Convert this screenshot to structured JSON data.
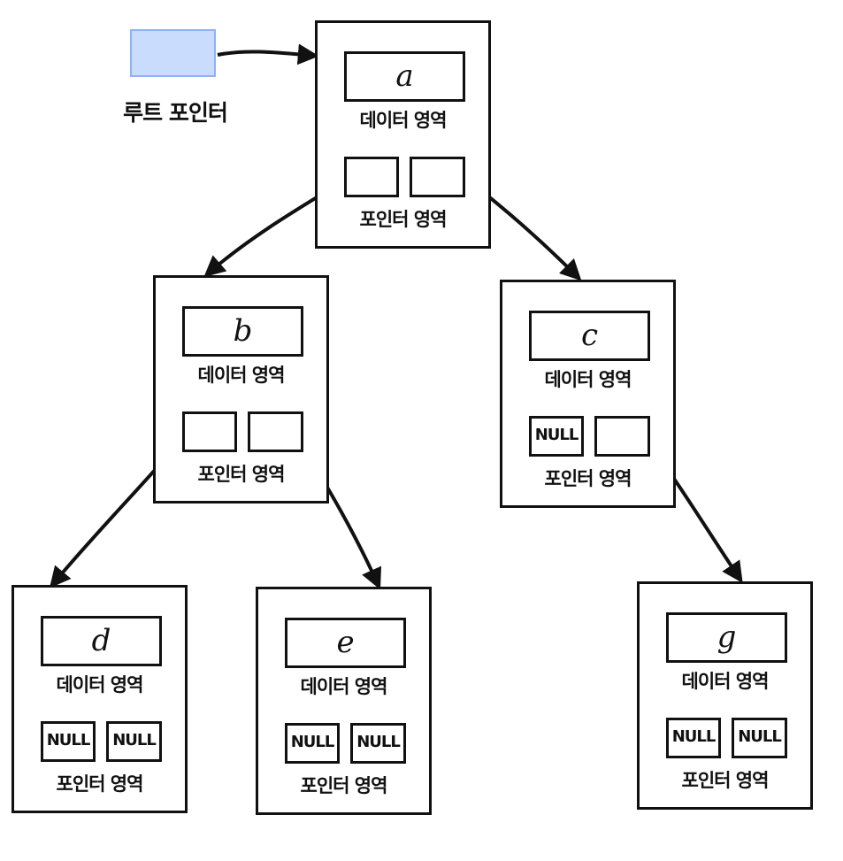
{
  "root": {
    "label": "루트 포인터"
  },
  "nodes": {
    "a": {
      "value": "a",
      "data_label": "데이터 영역",
      "pointer_label": "포인터 영역",
      "left_ptr": "",
      "right_ptr": ""
    },
    "b": {
      "value": "b",
      "data_label": "데이터 영역",
      "pointer_label": "포인터 영역",
      "left_ptr": "",
      "right_ptr": ""
    },
    "c": {
      "value": "c",
      "data_label": "데이터 영역",
      "pointer_label": "포인터 영역",
      "left_ptr": "NULL",
      "right_ptr": ""
    },
    "d": {
      "value": "d",
      "data_label": "데이터 영역",
      "pointer_label": "포인터 영역",
      "left_ptr": "NULL",
      "right_ptr": "NULL"
    },
    "e": {
      "value": "e",
      "data_label": "데이터 영역",
      "pointer_label": "포인터 영역",
      "left_ptr": "NULL",
      "right_ptr": "NULL"
    },
    "g": {
      "value": "g",
      "data_label": "데이터 영역",
      "pointer_label": "포인터 영역",
      "left_ptr": "NULL",
      "right_ptr": "NULL"
    }
  },
  "edges": [
    {
      "from": "root",
      "to": "a"
    },
    {
      "from": "a",
      "to": "b"
    },
    {
      "from": "a",
      "to": "c"
    },
    {
      "from": "b",
      "to": "d"
    },
    {
      "from": "b",
      "to": "e"
    },
    {
      "from": "c",
      "to": "g"
    }
  ]
}
